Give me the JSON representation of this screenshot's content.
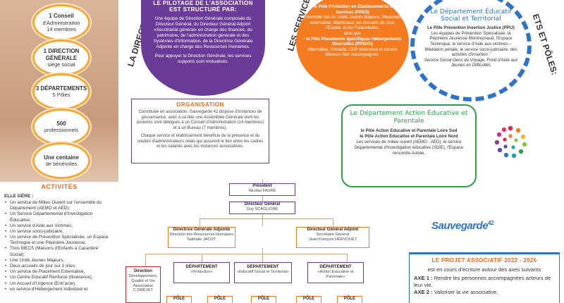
{
  "left": {
    "circles": [
      {
        "strong": "1 Conseil",
        "rest": "d'Administration\n14 membres"
      },
      {
        "strong": "1 DIRECTION GÉNÉRALE",
        "rest": "siège social"
      },
      {
        "strong": "3 DÉPARTEMENTS",
        "rest": "5 Pôles"
      },
      {
        "strong": "500",
        "rest": "professionnels"
      },
      {
        "strong": "Une centaine",
        "rest": "de bénévoles"
      }
    ],
    "activites_title": "ACTIVITÉS",
    "elle_gere": "ELLE GÈRE :",
    "items": [
      "Un service de Milieu Ouvert sur l'ensemble du Département (AEMO et AED);",
      "Un Service Départemental d'Investigation Éducative;",
      "Un service d'Aide aux Victimes;",
      "Un service socio-judiciaire;",
      "Un service de Prévention Spécialisée, un Espace Technique et une Pépinière Jeunesse;",
      "Trois MECS (Maisons d'Enfants à Caractère Social);",
      "Une Unité Jeunes Majeurs,",
      "Deux accueils de jour sur 3 sites;",
      "Un service de Placement Externalisé,",
      "Un Centre Educatif Renforcé (Itinérance),",
      "Un Accueil d'Urgence (Entr'acte),",
      "un service d'Hébergement Individuel et"
    ]
  },
  "side_titles": {
    "direction": "LA DIRECTION GÉNÉRALE",
    "services": "LES SERVICES",
    "poles": "ETS ET PÔLES:"
  },
  "pilotage": {
    "title": "LE PILOTAGE DE L'ASSOCIATION EST STRUCTURÉ PAR:",
    "text": "Une équipe de Direction Générale composée du Directeur Général, du Directeur Général Adjoint «Secrétariat général» en charge des finances, du patrimoine, de l'administration générale et des Systèmes d'Information, de la Directrice Générale Adjointe en charge des Ressources Humaines.",
    "text2": "Pour appuyer la Direction Générale, les services supports sont mutualisés."
  },
  "organisation": {
    "title": "ORGANISATION",
    "p1": "Constituée en association, Sauvegarde 42 dispose d'instances de gouvernance, avec à sa tête une Assemblée Générale dont les pouvoirs sont délégués à un Conseil d'Administration (14 membres) et à un Bureau (7 membres).",
    "p2": "Chaque service et établissement bénéficie de la présence et du soutien d'administrateurs relais qui assurent le lien entre les cadres et les salariés avec les instances associatives."
  },
  "protection": {
    "p1_title": "- le Pôle Protection en Établissements et Services (PPES)",
    "p1_text": "Ensemble Bel Air, Unité Jeunes Majeurs, Placement externalisé, Machizaud, les Accueils de Jour, l'Escale, et les Funambules.",
    "ainsi": "ainsi que",
    "p2_title": "- le Pôle Placements Spécifiques Hébergements Diversifiés (PPSHD)",
    "p2_text": "Alternative, Entracte, CER Itinérance et service Mineurs Non Accompagnés."
  },
  "territorial": {
    "title": "Le Département Éducatif Social et Territorial",
    "pole": "Le Pôle Prévention Insertion Justice (PPIJ)",
    "text": "Les équipes de Prévention Spécialisée, la Pépinière Jeunesse Montreynaud, l'Espace Technique, le service d'Aide aux victimes – Médiation pénale, le service socio-judiciaire, des activités d'insertion :",
    "italic": "Service Social Gens du Voyage, Fond d'Aide aux Jeunes en Difficultés"
  },
  "parentale": {
    "title": "Le Département Action Éducative et Parentale",
    "pole1": "le Pôle Action Educative et Parentale Loire Sud",
    "pole2": "le Pôle Action Educative et Parentale Loire Nord",
    "text": "Les services de milieu ouvert (AEMO - AED), le service Départemental d'Investigation éducative (SDIE), l'Espace rencontre Astrée."
  },
  "logo": {
    "name": "Sauvegarde",
    "num": "42"
  },
  "projet": {
    "title": "LE PROJET ASSOCIATIF 2022 - 2026",
    "intro": "est en cours d'écriture autour des axes suivants",
    "axe1_label": "AXE 1 :",
    "axe1": "Rendre les personnes accompagnées acteurs de leur vie.",
    "axe2_label": "AXE 2 :",
    "axe2": "Valoriser la vie associative."
  },
  "orgchart": {
    "president_t": "Président",
    "president_n": "Nicolas FAURE",
    "dg_t": "Directeur Général",
    "dg_n": "Guy SCAGLIONE",
    "dga_t": "Directrice Générale Adjointe",
    "dga_s": "Direction des Ressources Humaines",
    "dga_n": "Nathalie JACOT",
    "dga2_t": "Directeur Général Adjoint",
    "dga2_s": "Secrétaire Général",
    "dga2_n": "Jean-François HERVOUET",
    "dev_t": "Direction",
    "dev_s": "Développement, Qualité et Vie Associative",
    "dev_n": "C.DREVET",
    "dep1_t": "DÉPARTEMENT",
    "dep1_s": "«Protection»",
    "dep2_t": "DÉPARTEMENT",
    "dep2_s": "«Educatif Social et Territorial»",
    "dep3_t": "DÉPARTEMENT",
    "dep3_s": "«Action Educative et Parentale»",
    "pole": "PÔLE"
  }
}
